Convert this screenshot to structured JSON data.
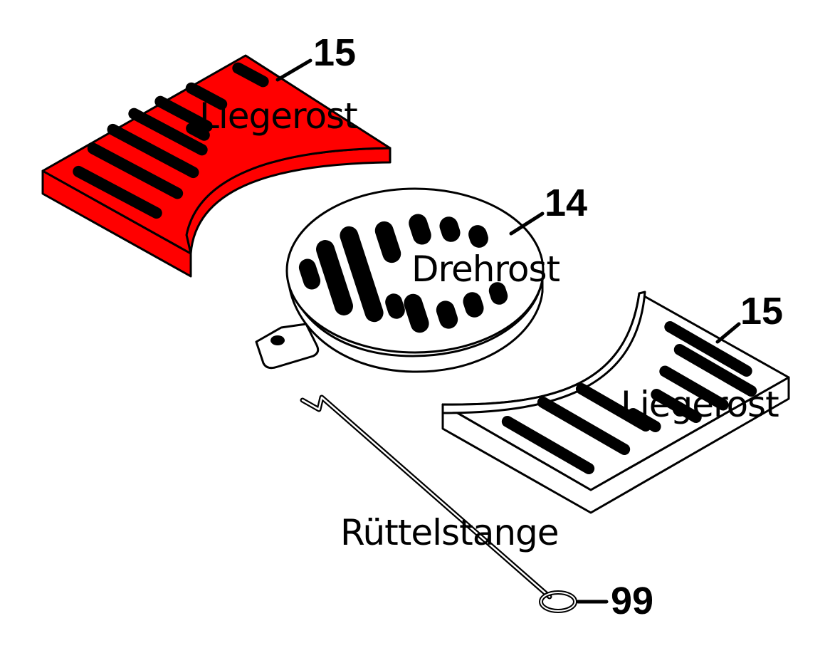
{
  "colors": {
    "highlight": "#ff0000",
    "ink": "#000000",
    "paper": "#ffffff"
  },
  "parts": [
    {
      "number": "15",
      "name": "Liegerost",
      "highlighted": true
    },
    {
      "number": "14",
      "name": "Drehrost",
      "highlighted": false
    },
    {
      "number": "15",
      "name": "Liegerost",
      "highlighted": false
    },
    {
      "number": "99",
      "name": "Rüttelstange",
      "highlighted": false
    }
  ]
}
